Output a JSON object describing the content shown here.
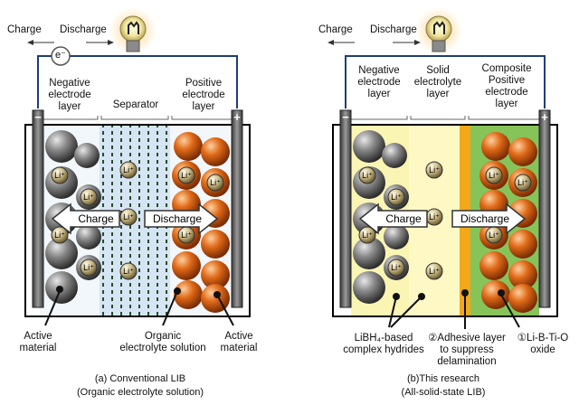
{
  "left": {
    "charge": "Charge",
    "discharge": "Discharge",
    "electron": "e⁻",
    "negative_layer": [
      "Negative",
      "electrode",
      "layer"
    ],
    "separator": "Separator",
    "positive_layer": [
      "Positive",
      "electrode",
      "layer"
    ],
    "arrow_charge": "Charge",
    "arrow_discharge": "Discharge",
    "minus": "−",
    "plus": "+",
    "li": "Li⁺",
    "active_material_left": [
      "Active",
      "material"
    ],
    "organic_electrolyte": [
      "Organic",
      "electrolyte solution"
    ],
    "active_material_right": [
      "Active",
      "material"
    ],
    "caption": [
      "(a)   Conventional LIB",
      "(Organic electrolyte solution)"
    ]
  },
  "right": {
    "charge": "Charge",
    "discharge": "Discharge",
    "negative_layer": [
      "Negative",
      "electrode",
      "layer"
    ],
    "solid_layer": [
      "Solid",
      "electrolyte",
      "layer"
    ],
    "composite_layer": [
      "Composite",
      "Positive",
      "electrode",
      "layer"
    ],
    "arrow_charge": "Charge",
    "arrow_discharge": "Discharge",
    "minus": "−",
    "plus": "+",
    "li": "Li⁺",
    "hydrides": [
      "LiBH₄-based",
      "complex hydrides"
    ],
    "adhesive": [
      "②Adhesive layer",
      "to suppress",
      "delamination"
    ],
    "oxide": [
      "①Li-B-Ti-O",
      "oxide"
    ],
    "caption": [
      "(b)This research",
      "(All-solid-state LIB)"
    ]
  },
  "colors": {
    "wire": "#1f3d7a",
    "gray_ball": "#6e6e6e",
    "orange_ball": "#d2651c",
    "li_ball": "#c9b98a",
    "separator_bg": "#dbe8f4",
    "solid_yellow": "#fdf6b8",
    "adhesive_orange": "#f2a818",
    "composite_green": "#86c45a"
  }
}
